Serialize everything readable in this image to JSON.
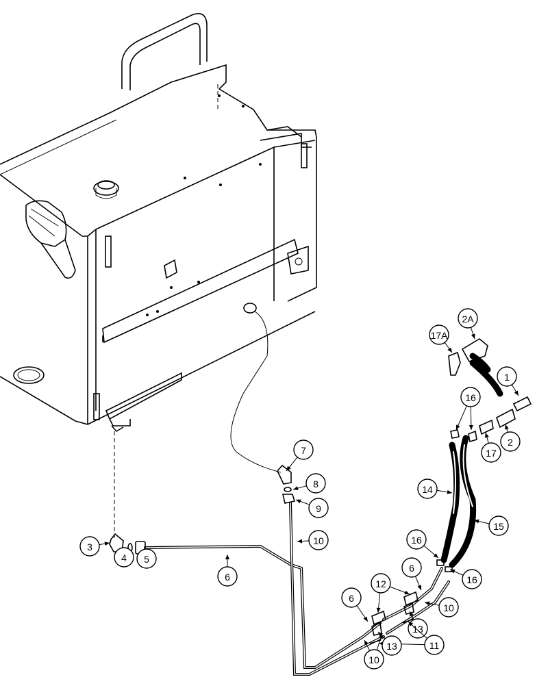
{
  "diagram": {
    "callouts": [
      {
        "id": "c1",
        "label": "1"
      },
      {
        "id": "c2a",
        "label": "2A"
      },
      {
        "id": "c17a",
        "label": "17A"
      },
      {
        "id": "c16a",
        "label": "16"
      },
      {
        "id": "c17",
        "label": "17"
      },
      {
        "id": "c2",
        "label": "2"
      },
      {
        "id": "c7",
        "label": "7"
      },
      {
        "id": "c8",
        "label": "8"
      },
      {
        "id": "c9",
        "label": "9"
      },
      {
        "id": "c14",
        "label": "14"
      },
      {
        "id": "c15",
        "label": "15"
      },
      {
        "id": "c3",
        "label": "3"
      },
      {
        "id": "c4",
        "label": "4"
      },
      {
        "id": "c5",
        "label": "5"
      },
      {
        "id": "c10a",
        "label": "10"
      },
      {
        "id": "c6a",
        "label": "6"
      },
      {
        "id": "c16b",
        "label": "16"
      },
      {
        "id": "c16c",
        "label": "16"
      },
      {
        "id": "c6b",
        "label": "6"
      },
      {
        "id": "c12",
        "label": "12"
      },
      {
        "id": "c6c",
        "label": "6"
      },
      {
        "id": "c10b",
        "label": "10"
      },
      {
        "id": "c13a",
        "label": "13"
      },
      {
        "id": "c11",
        "label": "11"
      },
      {
        "id": "c13b",
        "label": "13"
      },
      {
        "id": "c10c",
        "label": "10"
      }
    ]
  }
}
